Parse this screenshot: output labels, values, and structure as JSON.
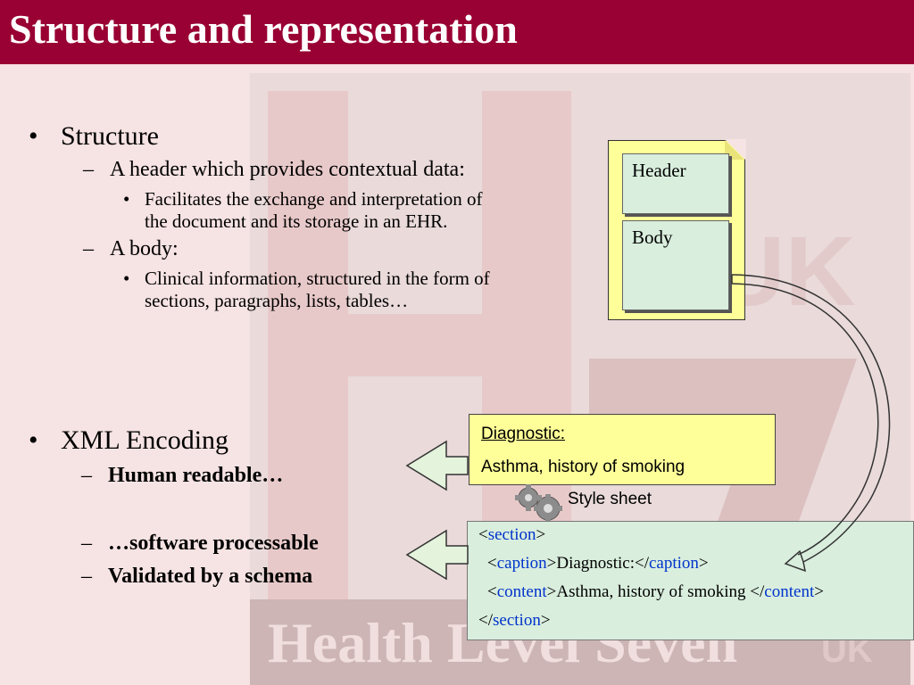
{
  "title": "Structure and representation",
  "watermark": {
    "bottom_text": "Health Level Seven",
    "badge_text": "UK",
    "logo_text": "HL7"
  },
  "bullets": {
    "structure": {
      "marker": "•",
      "label": "Structure",
      "header_item": {
        "marker": "–",
        "label": "A header which provides contextual data:",
        "sub_marker": "•",
        "sub_line1": "Facilitates the exchange and interpretation of",
        "sub_line2": "the document and its storage in an EHR."
      },
      "body_item": {
        "marker": "–",
        "label": "A body:",
        "sub_marker": "•",
        "sub_line1": "Clinical information, structured in the form of",
        "sub_line2": "sections, paragraphs, lists, tables…"
      }
    },
    "xml": {
      "marker": "•",
      "label": "XML Encoding",
      "items": [
        {
          "marker": "–",
          "label": "Human readable…"
        },
        {
          "marker": "–",
          "label": "…software processable"
        },
        {
          "marker": "–",
          "label": "Validated by a schema"
        }
      ]
    }
  },
  "document_diagram": {
    "header_label": "Header",
    "body_label": "Body"
  },
  "rendered": {
    "line1": "Diagnostic:",
    "line2": "Asthma, history of smoking"
  },
  "style_sheet_label": "Style sheet",
  "xml_code": {
    "lt": "<",
    "gt": ">",
    "lt_slash": "</",
    "section_tag": "section",
    "caption_tag": "caption",
    "content_tag": "content",
    "caption_text": "Diagnostic:",
    "content_text": "Asthma, history of smoking "
  },
  "colors": {
    "title_bar": "#990033",
    "code_tag": "#0033cc",
    "panel_green": "#d9eedd",
    "note_yellow": "#ffff99"
  },
  "icons": {
    "gears": "gears-icon",
    "left_arrow_1": "left-arrow-icon",
    "left_arrow_2": "left-arrow-icon",
    "curved_arrow": "curved-arrow-icon"
  }
}
